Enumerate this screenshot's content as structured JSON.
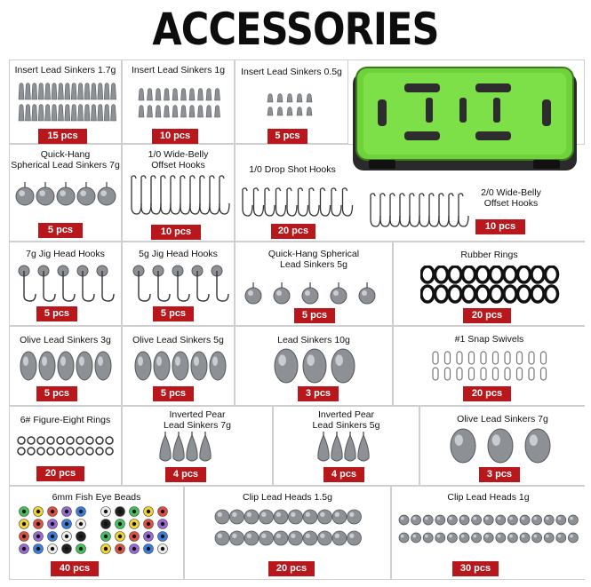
{
  "title": "ACCESSORIES",
  "icons": {
    "box": "tackle-box-image",
    "sinker": "sinker-icon",
    "hook": "hook-icon"
  },
  "colors": {
    "badge": "#b8171c",
    "box_green": "#6fd13c",
    "box_dark": "#222222"
  },
  "items": [
    {
      "label": "Insert Lead Sinkers 1.7g",
      "count": "15 pcs"
    },
    {
      "label": "Insert Lead Sinkers 1g",
      "count": "10 pcs"
    },
    {
      "label": "Insert Lead Sinkers 0.5g",
      "count": "5 pcs"
    },
    {
      "label": "Quick-Hang\nSpherical Lead Sinkers 7g",
      "count": "5 pcs"
    },
    {
      "label": "1/0 Wide-Belly\nOffset Hooks",
      "count": "10 pcs"
    },
    {
      "label": "1/0 Drop Shot Hooks",
      "count": "20 pcs"
    },
    {
      "label": "2/0 Wide-Belly\nOffset Hooks",
      "count": "10 pcs"
    },
    {
      "label": "7g Jig Head Hooks",
      "count": "5 pcs"
    },
    {
      "label": "5g Jig Head Hooks",
      "count": "5 pcs"
    },
    {
      "label": "Quick-Hang Spherical\nLead Sinkers 5g",
      "count": "5 pcs"
    },
    {
      "label": "Rubber Rings",
      "count": "20 pcs"
    },
    {
      "label": "Olive Lead Sinkers 3g",
      "count": "5 pcs"
    },
    {
      "label": "Olive Lead Sinkers 5g",
      "count": "5 pcs"
    },
    {
      "label": "Lead Sinkers 10g",
      "count": "3 pcs"
    },
    {
      "label": "#1 Snap Swivels",
      "count": "20 pcs"
    },
    {
      "label": "6# Figure-Eight Rings",
      "count": "20 pcs"
    },
    {
      "label": "Inverted Pear\nLead Sinkers 7g",
      "count": "4 pcs"
    },
    {
      "label": "Inverted Pear\nLead Sinkers 5g",
      "count": "4 pcs"
    },
    {
      "label": "Olive Lead Sinkers 7g",
      "count": "3 pcs"
    },
    {
      "label": "6mm Fish Eye Beads",
      "count": "40 pcs"
    },
    {
      "label": "Clip Lead Heads 1.5g",
      "count": "20 pcs"
    },
    {
      "label": "Clip Lead Heads 1g",
      "count": "30 pcs"
    }
  ]
}
